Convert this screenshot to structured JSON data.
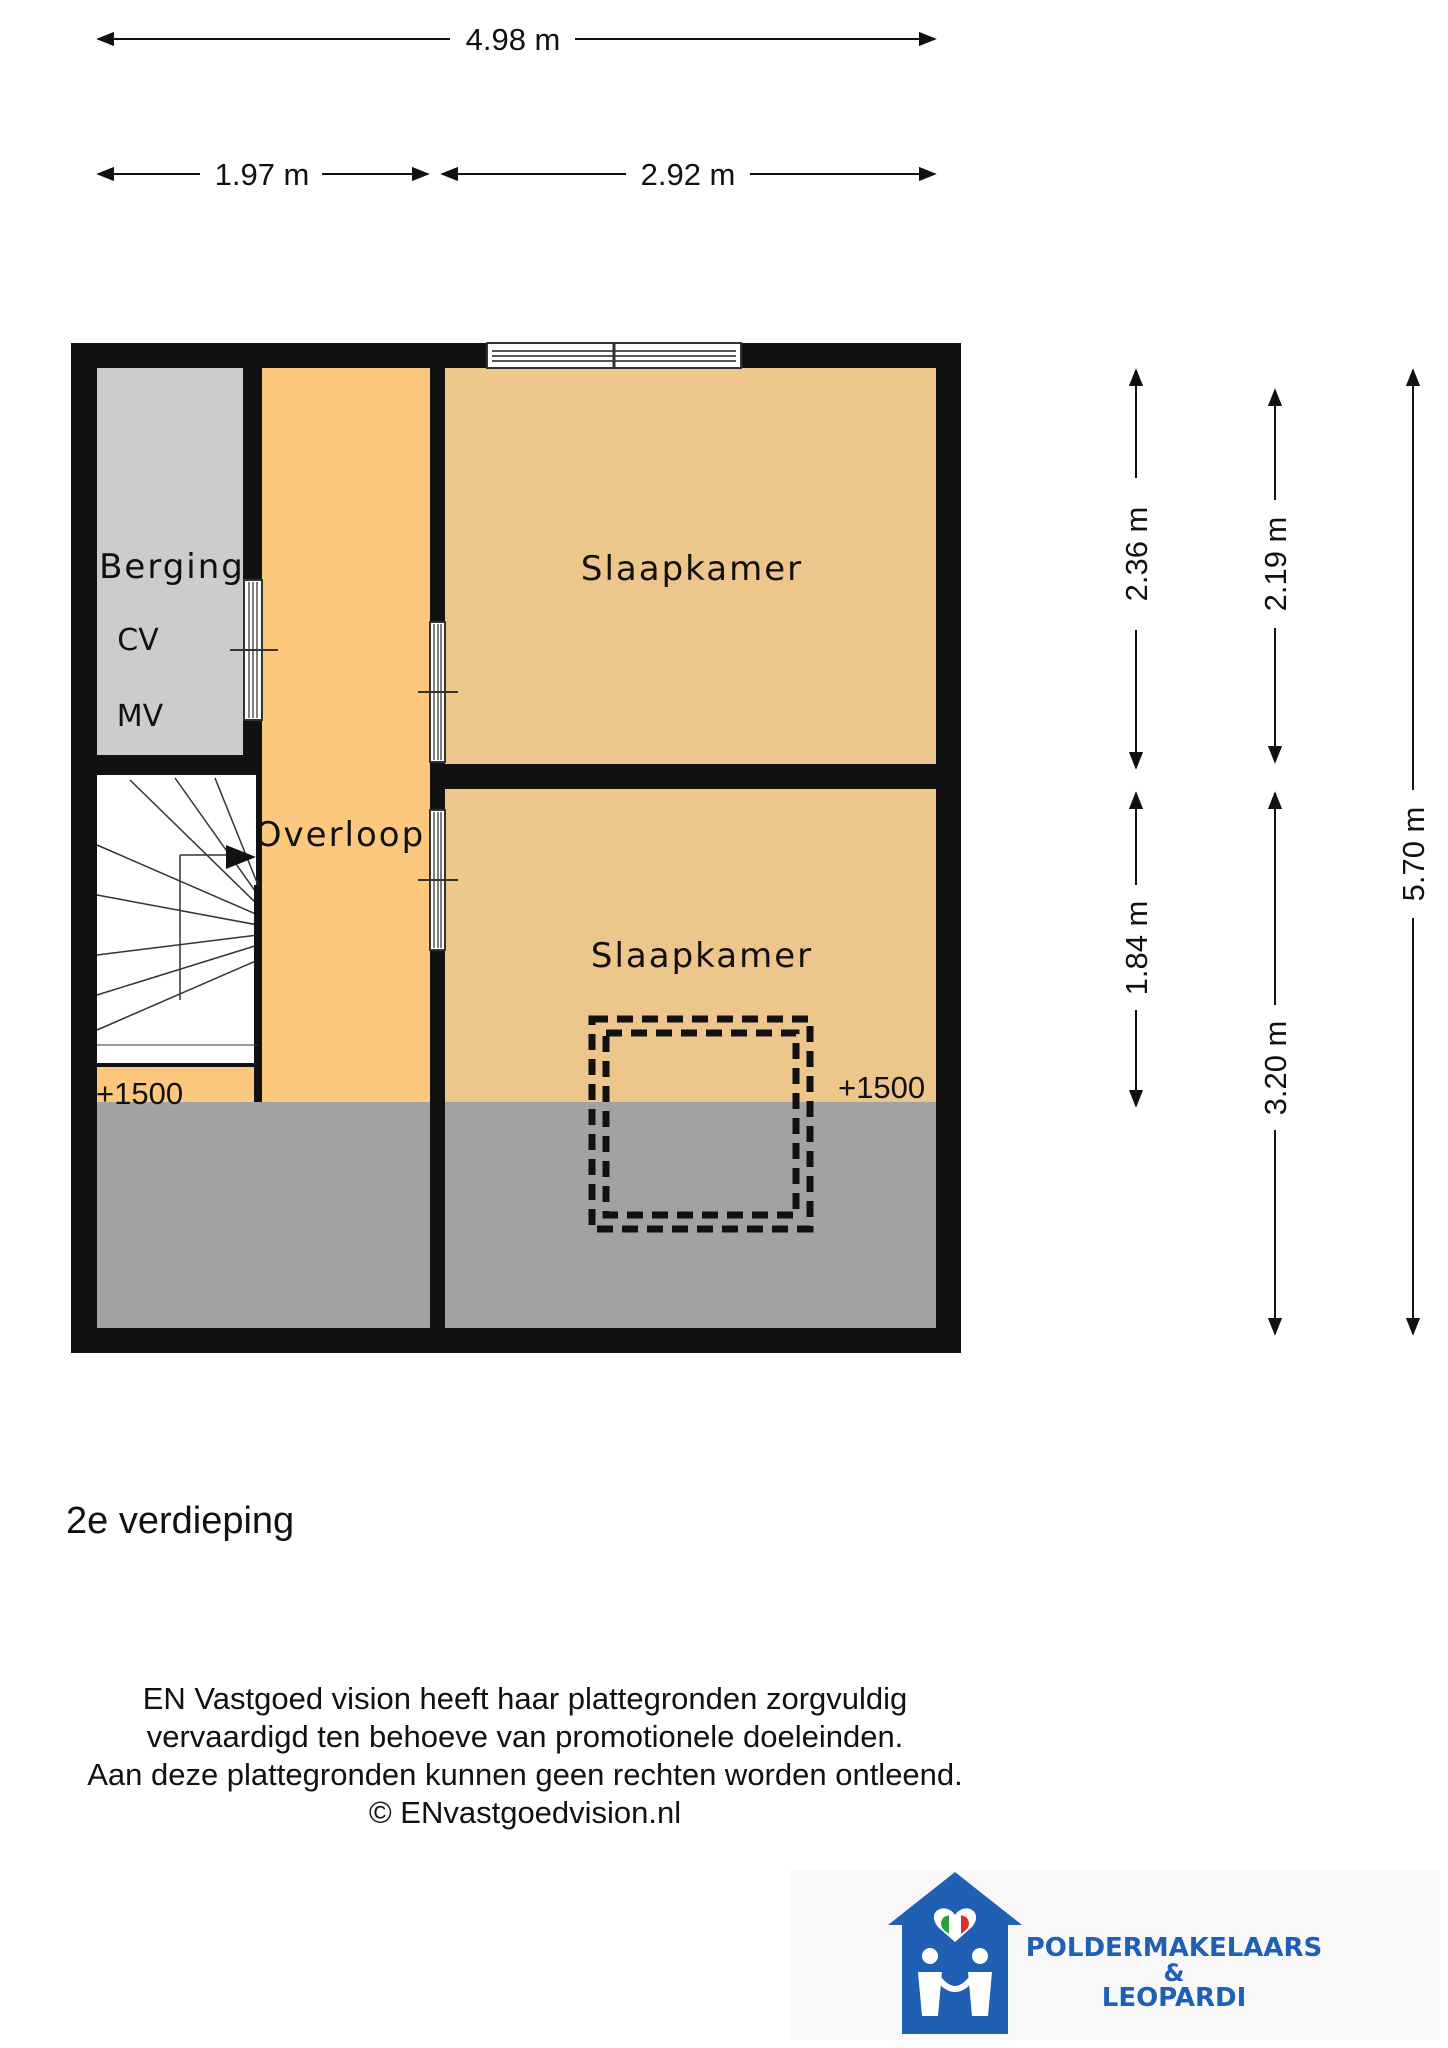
{
  "dimensions": {
    "total_width": "4.98 m",
    "left_width": "1.97 m",
    "right_width": "2.92 m",
    "upper_bedroom_depth": "2.36 m",
    "lower_bedroom_depth": "1.84 m",
    "upper_depth_b": "2.19 m",
    "lower_depth_b": "3.20 m",
    "total_depth": "5.70 m"
  },
  "rooms": {
    "berging": "Berging",
    "cv": "CV",
    "mv": "MV",
    "overloop": "Overloop",
    "slaapkamer_top": "Slaapkamer",
    "slaapkamer_bottom": "Slaapkamer"
  },
  "levels": {
    "left": "+1500",
    "right": "+1500"
  },
  "floor_label": "2e verdieping",
  "disclaimer": {
    "line1": "EN Vastgoed vision heeft haar plattegronden zorgvuldig",
    "line2": "vervaardigd ten behoeve van promotionele doeleinden.",
    "line3": "Aan deze plattegronden kunnen geen rechten worden ontleend.",
    "line4": "© ENvastgoedvision.nl"
  },
  "logo": {
    "line1": "POLDERMAKELAARS",
    "line2": "&",
    "line3": "LEOPARDI"
  },
  "colors": {
    "wall": "#111111",
    "overloop_fill": "#fbc87d",
    "bedroom_fill": "#ecc68a",
    "storage_fill": "#cccccc",
    "low_ceiling_fill": "#a2a2a2",
    "logo_blue": "#1f5fb4"
  }
}
